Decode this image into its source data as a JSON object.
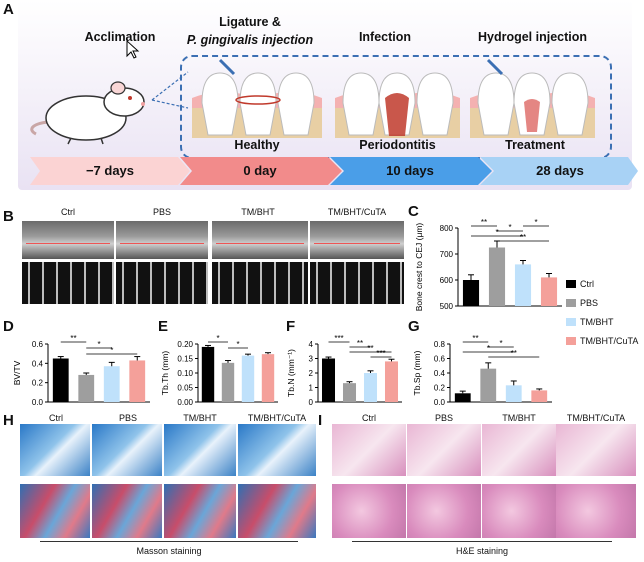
{
  "panel_letters": {
    "a": "A",
    "b": "B",
    "c": "C",
    "d": "D",
    "e": "E",
    "f": "F",
    "g": "G",
    "h": "H",
    "i": "I"
  },
  "schematic": {
    "stage1": "Acclimation",
    "stage2_line1": "Ligature &",
    "stage2_line2": "P. gingivalis injection",
    "stage3": "Infection",
    "stage4": "Hydrogel injection",
    "tooth1": "Healthy",
    "tooth2": "Periodontitis",
    "tooth3": "Treatment",
    "timeline": [
      "−7 days",
      "0 day",
      "10 days",
      "28 days"
    ],
    "timeline_colors": [
      "#fbd3d3",
      "#f28b8b",
      "#4a9ee8",
      "#a8d2f5"
    ]
  },
  "groups": [
    "Ctrl",
    "PBS",
    "TM/BHT",
    "TM/BHT/CuTA"
  ],
  "group_colors": [
    "#000000",
    "#9e9e9e",
    "#bfe1fb",
    "#f4a09a"
  ],
  "legend": [
    "Ctrl",
    "PBS",
    "TM/BHT",
    "TM/BHT/CuTA"
  ],
  "captions": {
    "masson": "Masson staining",
    "he": "H&E staining"
  },
  "chart_data": [
    {
      "id": "C",
      "type": "bar",
      "categories": [
        "Ctrl",
        "PBS",
        "TM/BHT",
        "TM/BHT/CuTA"
      ],
      "values": [
        600,
        725,
        660,
        610
      ],
      "errors": [
        20,
        25,
        15,
        15
      ],
      "ylabel": "Bone crest to CEJ (μm)",
      "ylim": [
        500,
        800
      ],
      "yticks": [
        500,
        600,
        700,
        800
      ],
      "sig": [
        {
          "a": 0,
          "b": 1,
          "t": "**",
          "lv": 0
        },
        {
          "a": 0,
          "b": 2,
          "t": "*",
          "lv": 2
        },
        {
          "a": 1,
          "b": 2,
          "t": "*",
          "lv": 1
        },
        {
          "a": 1,
          "b": 3,
          "t": "**",
          "lv": 3
        },
        {
          "a": 2,
          "b": 3,
          "t": "*",
          "lv": 0
        }
      ]
    },
    {
      "id": "D",
      "type": "bar",
      "categories": [
        "Ctrl",
        "PBS",
        "TM/BHT",
        "TM/BHT/CuTA"
      ],
      "values": [
        0.45,
        0.28,
        0.37,
        0.43
      ],
      "errors": [
        0.02,
        0.02,
        0.04,
        0.04
      ],
      "ylabel": "BV/TV",
      "ylim": [
        0.0,
        0.6
      ],
      "yticks": [
        0.0,
        0.2,
        0.4,
        0.6
      ],
      "sig": [
        {
          "a": 0,
          "b": 1,
          "t": "**",
          "lv": 0
        },
        {
          "a": 1,
          "b": 2,
          "t": "*",
          "lv": 1
        },
        {
          "a": 1,
          "b": 3,
          "t": "*",
          "lv": 2
        }
      ]
    },
    {
      "id": "E",
      "type": "bar",
      "categories": [
        "Ctrl",
        "PBS",
        "TM/BHT",
        "TM/BHT/CuTA"
      ],
      "values": [
        0.19,
        0.135,
        0.16,
        0.165
      ],
      "errors": [
        0.005,
        0.008,
        0.005,
        0.005
      ],
      "ylabel": "Tb.Th (mm)",
      "ylim": [
        0.0,
        0.2
      ],
      "yticks": [
        0.0,
        0.05,
        0.1,
        0.15,
        0.2
      ],
      "sig": [
        {
          "a": 0,
          "b": 1,
          "t": "*",
          "lv": 0
        },
        {
          "a": 1,
          "b": 2,
          "t": "*",
          "lv": 1
        }
      ]
    },
    {
      "id": "F",
      "type": "bar",
      "categories": [
        "Ctrl",
        "PBS",
        "TM/BHT",
        "TM/BHT/CuTA"
      ],
      "values": [
        3.0,
        1.3,
        2.0,
        2.8
      ],
      "errors": [
        0.1,
        0.1,
        0.15,
        0.15
      ],
      "ylabel": "Tb.N (mm⁻¹)",
      "ylim": [
        0,
        4
      ],
      "yticks": [
        0,
        1,
        2,
        3,
        4
      ],
      "sig": [
        {
          "a": 0,
          "b": 1,
          "t": "***",
          "lv": 0
        },
        {
          "a": 1,
          "b": 2,
          "t": "**",
          "lv": 1
        },
        {
          "a": 1,
          "b": 3,
          "t": "**",
          "lv": 2
        },
        {
          "a": 2,
          "b": 3,
          "t": "***",
          "lv": 3
        }
      ]
    },
    {
      "id": "G",
      "type": "bar",
      "categories": [
        "Ctrl",
        "PBS",
        "TM/BHT",
        "TM/BHT/CuTA"
      ],
      "values": [
        0.12,
        0.46,
        0.23,
        0.16
      ],
      "errors": [
        0.03,
        0.08,
        0.06,
        0.02
      ],
      "ylabel": "Tb.Sp (mm)",
      "ylim": [
        0.0,
        0.8
      ],
      "yticks": [
        0.0,
        0.2,
        0.4,
        0.6,
        0.8
      ],
      "sig": [
        {
          "a": 0,
          "b": 1,
          "t": "**",
          "lv": 0
        },
        {
          "a": 0,
          "b": 2,
          "t": "*",
          "lv": 2
        },
        {
          "a": 1,
          "b": 2,
          "t": "*",
          "lv": 1
        },
        {
          "a": 1,
          "b": 3,
          "t": "**",
          "lv": 3
        }
      ]
    }
  ]
}
